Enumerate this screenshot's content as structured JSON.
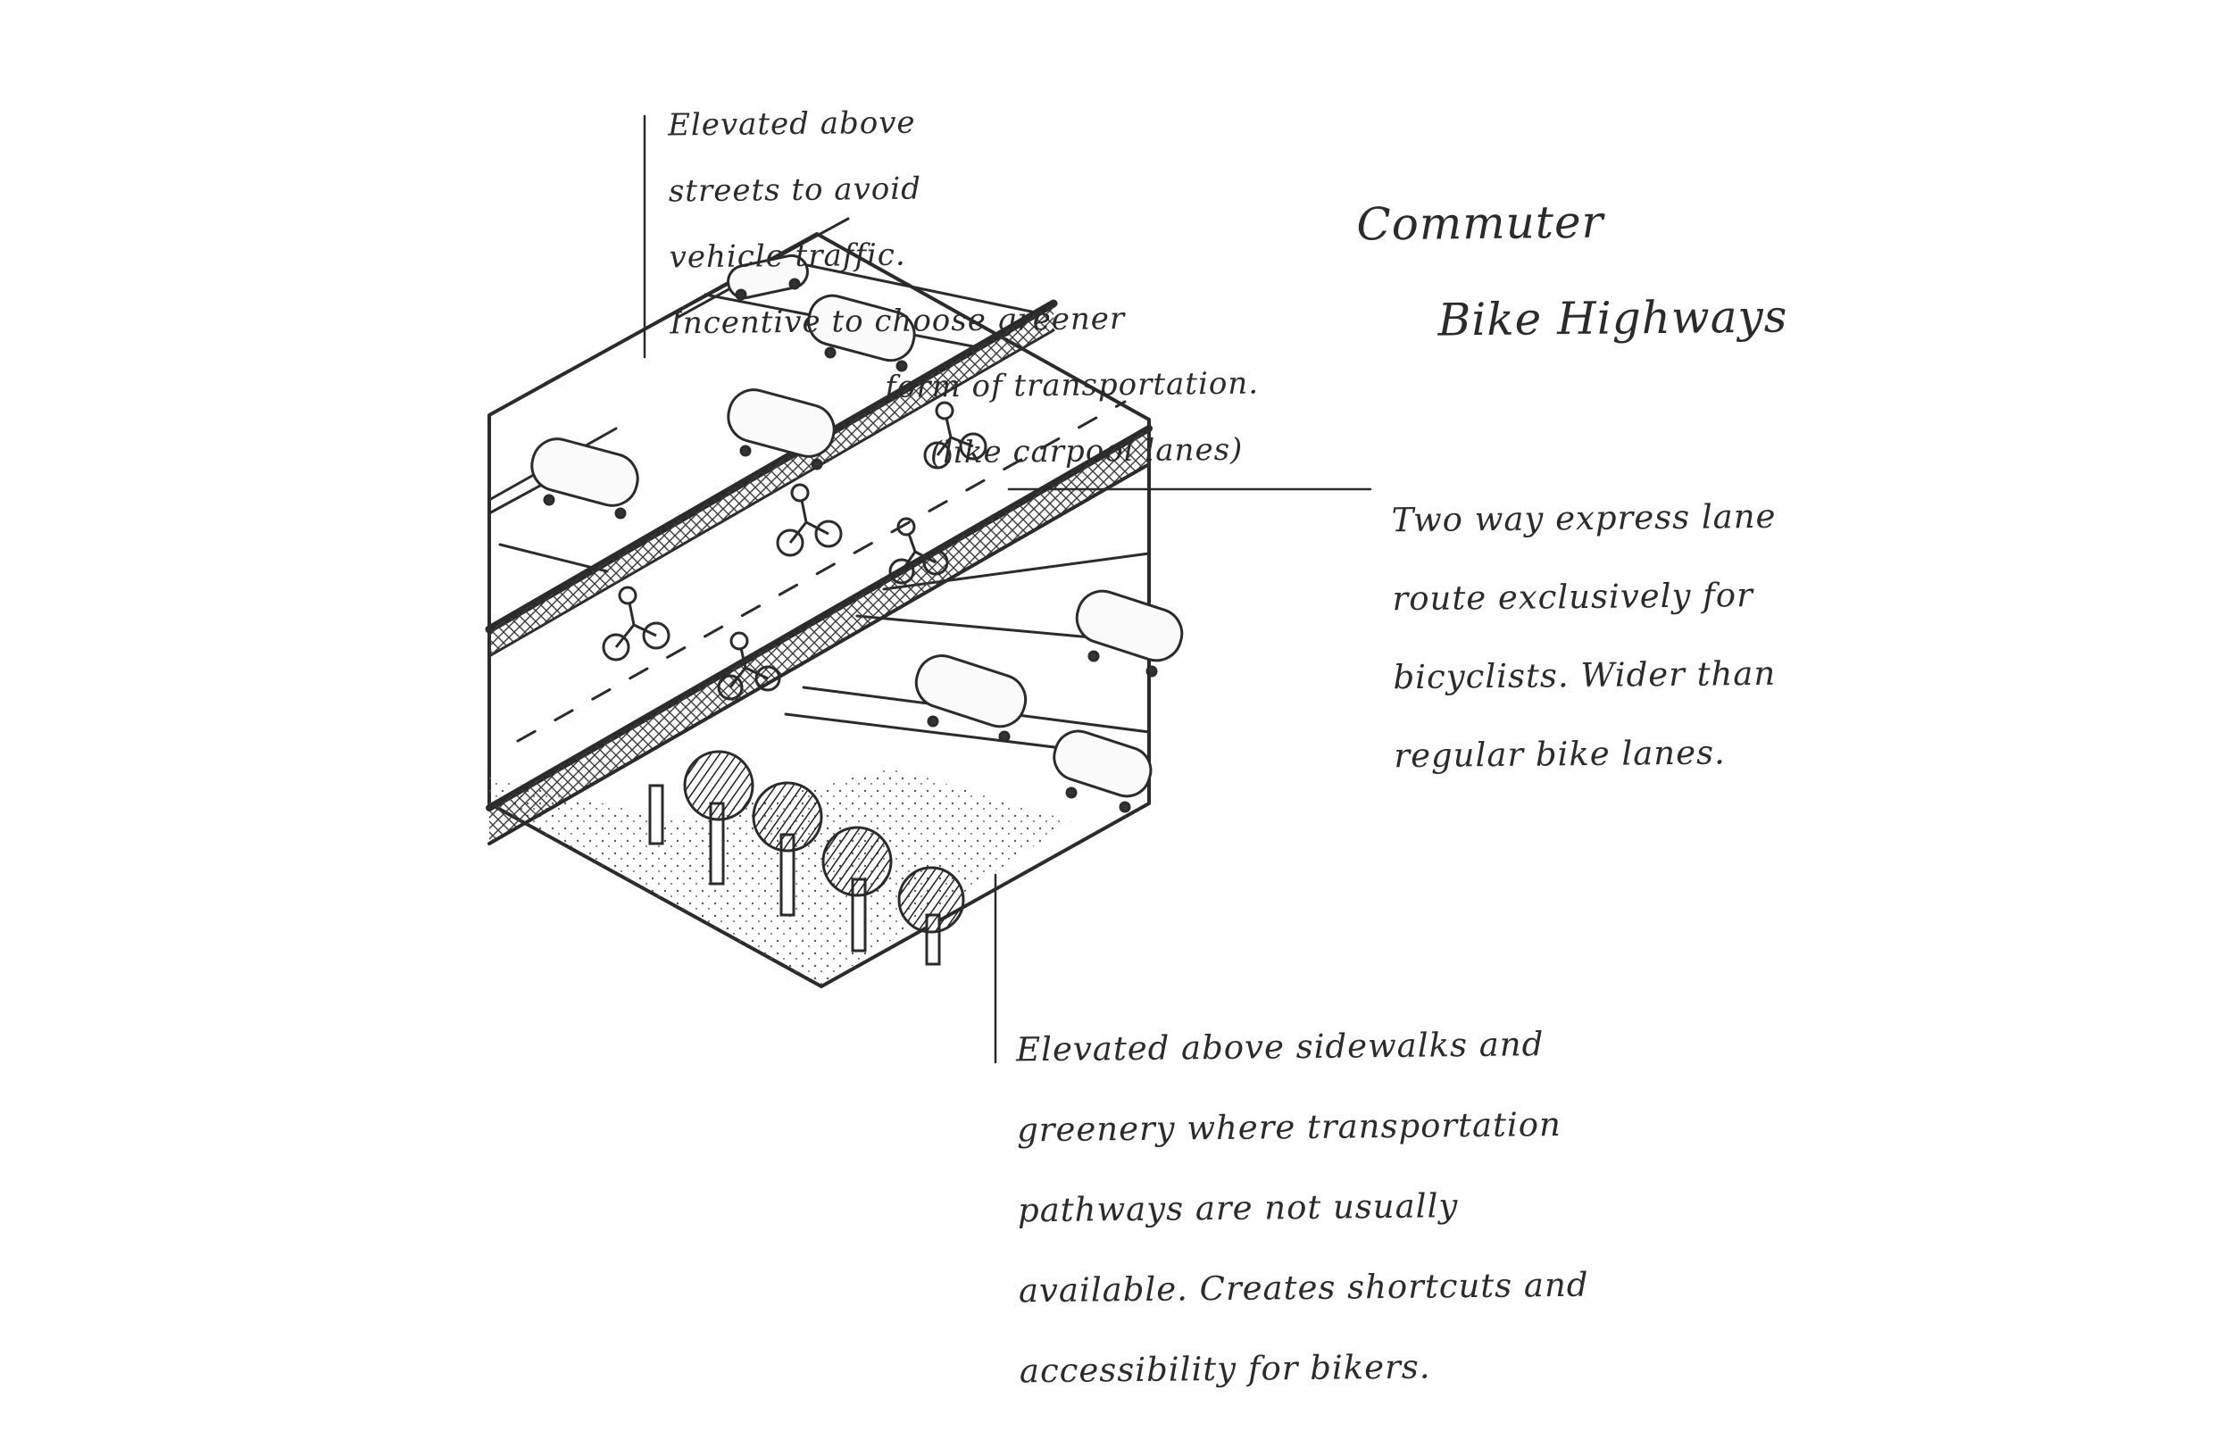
{
  "title": {
    "line1": "Commuter",
    "line2": "Bike Highways"
  },
  "notes": {
    "top": [
      "Elevated above",
      "streets to avoid",
      "vehicle traffic.",
      "Incentive to choose greener",
      "form of transportation.",
      "(like carpool lanes)"
    ],
    "right": [
      "Two way express lane",
      "route exclusively for",
      "bicyclists. Wider than",
      "regular bike lanes."
    ],
    "bottom": [
      "Elevated above sidewalks and",
      "greenery where transportation",
      "pathways are not usually",
      "available. Creates shortcuts and",
      "accessibility for bikers."
    ]
  },
  "colors": {
    "ink": "#2b2b2b",
    "paper": "#ffffff"
  }
}
